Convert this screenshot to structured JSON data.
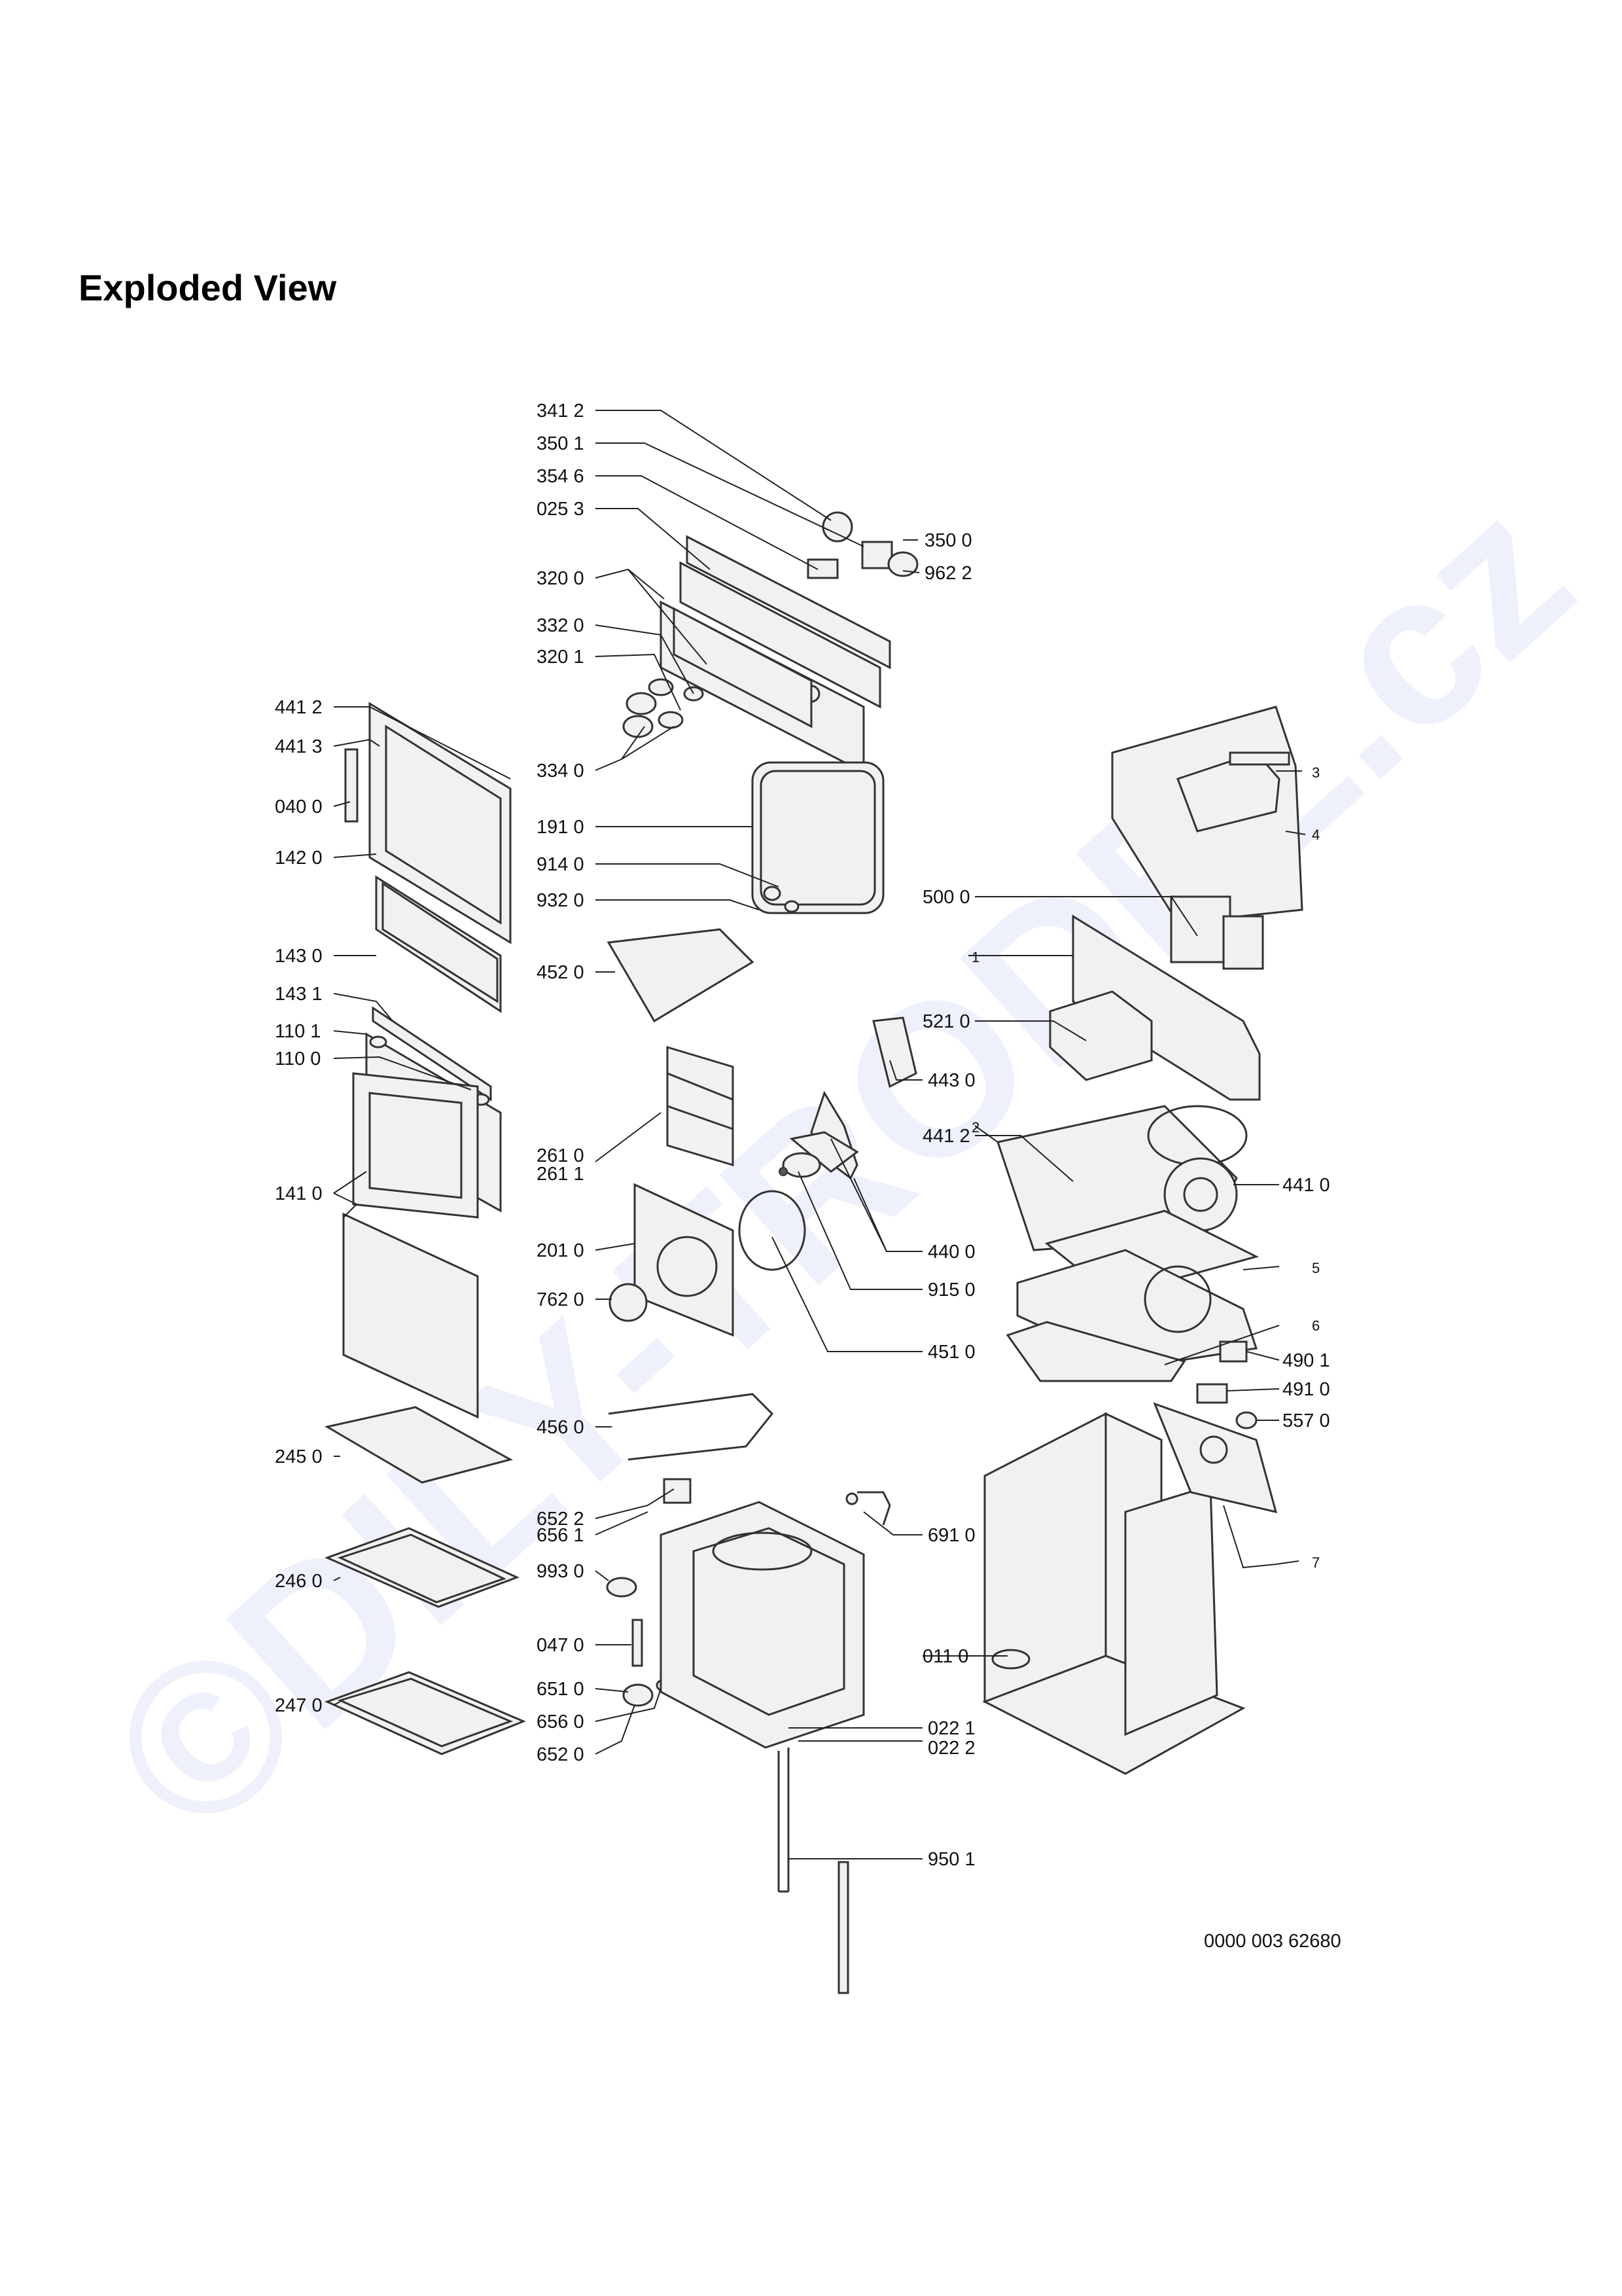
{
  "title": "Exploded View",
  "watermark": "©DILY-TRODEL.cz",
  "drawing_number": "0000 003 62680",
  "labels": {
    "p3412": "341 2",
    "p3501": "350 1",
    "p3546": "354 6",
    "p0253": "025 3",
    "p3200": "320 0",
    "p3320": "332 0",
    "p3201": "320 1",
    "p3340": "334 0",
    "p3500": "350 0",
    "p9622": "962 2",
    "p4412a": "441 2",
    "p4413": "441 3",
    "p0400": "040 0",
    "p1420": "142 0",
    "p1430": "143 0",
    "p1431": "143 1",
    "p1101": "110 1",
    "p1100": "110 0",
    "p1410": "141 0",
    "p2450": "245 0",
    "p2460": "246 0",
    "p2470": "247 0",
    "p1910": "191 0",
    "p9140": "914 0",
    "p9320": "932 0",
    "p4520": "452 0",
    "p2610": "261 0",
    "p2611": "261 1",
    "p2010": "201 0",
    "p7620": "762 0",
    "p4560": "456 0",
    "p6522": "652 2",
    "p6561": "656 1",
    "p9930": "993 0",
    "p0470": "047 0",
    "p6510": "651 0",
    "p6560": "656 0",
    "p6520": "652 0",
    "p0221": "022 1",
    "p0222": "022 2",
    "p9501": "950 1",
    "p4430": "443 0",
    "p4400": "440 0",
    "p9150": "915 0",
    "p4510": "451 0",
    "p6910": "691 0",
    "p0110": "011 0",
    "p5000": "500 0",
    "p5210": "521 0",
    "p4412b": "441 2",
    "p4410": "441 0",
    "p4901": "490 1",
    "p4910": "491 0",
    "p5570": "557 0",
    "n1": "1",
    "n2": "2",
    "n3": "3",
    "n4": "4",
    "n5": "5",
    "n6": "6",
    "n7": "7"
  }
}
